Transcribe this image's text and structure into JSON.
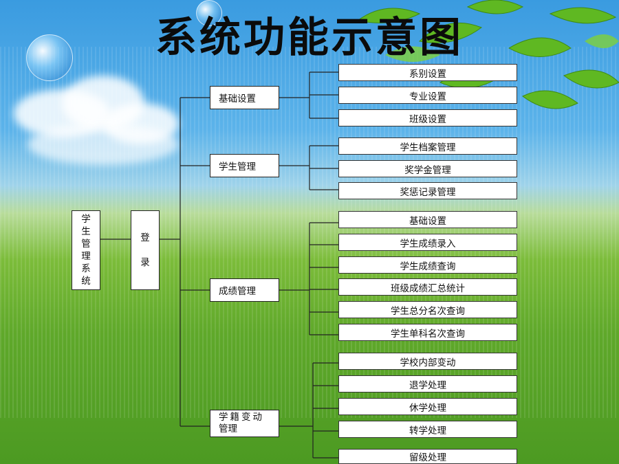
{
  "title": "系统功能示意图",
  "root": {
    "chars": [
      "学",
      "生",
      "管",
      "理",
      "系",
      "统"
    ]
  },
  "login": {
    "chars": [
      "登",
      "录"
    ]
  },
  "categories": [
    {
      "label": "基础设置",
      "children": [
        "系别设置",
        "专业设置",
        "班级设置"
      ]
    },
    {
      "label": "学生管理",
      "children": [
        "学生档案管理",
        "奖学金管理",
        "奖惩记录管理"
      ]
    },
    {
      "label": "成绩管理",
      "children": [
        "基础设置",
        "学生成绩录入",
        "学生成绩查询",
        "班级成绩汇总统计",
        "学生总分名次查询",
        "学生单科名次查询"
      ]
    },
    {
      "label_lines": [
        "学籍变动",
        "管理"
      ],
      "children": [
        "学校内部变动",
        "退学处理",
        "休学处理",
        "转学处理",
        "留级处理"
      ]
    }
  ]
}
